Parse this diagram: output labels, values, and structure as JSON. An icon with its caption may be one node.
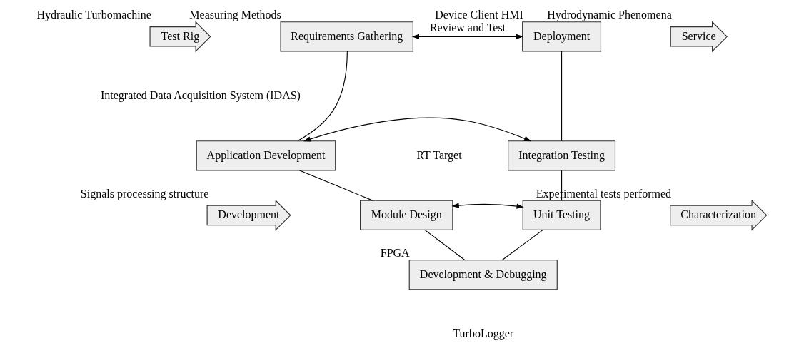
{
  "diagram": {
    "nodes": [
      {
        "text": [
          "Test Rig"
        ],
        "beside": [
          "Hydraulic Turbomachine"
        ]
      },
      {
        "text": [
          "Requirements Gathering"
        ],
        "beside": [
          "Measuring Methods"
        ]
      },
      {
        "text": [
          "Deployment"
        ],
        "beside": [
          "Device Client HMI"
        ]
      },
      {
        "text": [
          "Service"
        ],
        "beside": [
          "Hydrodynamic Phenomena"
        ]
      },
      {
        "text": [
          "Application Development"
        ]
      },
      {
        "text": [
          "Integration Testing"
        ]
      },
      {
        "text": [
          "Module Design"
        ]
      },
      {
        "text": [
          "Unit Testing"
        ]
      },
      {
        "text": [
          "Development & Debugging"
        ],
        "beside": [
          "FPGA"
        ]
      },
      {
        "text": [
          "Development"
        ],
        "beside": [
          "Signals processing structure"
        ]
      },
      {
        "text": [
          "Characterization"
        ],
        "beside": [
          "Experimental tests performed"
        ]
      }
    ],
    "edges": [
      {
        "from": 1,
        "to": 2,
        "arrow": "both",
        "label": "Review and Test"
      },
      {
        "from": 4,
        "to": 5,
        "arrow": "both"
      },
      {
        "from": 6,
        "to": 7,
        "arrow": "both"
      },
      {
        "from": 1,
        "to": 4,
        "arrow": "none"
      },
      {
        "from": 4,
        "to": 6,
        "arrow": "none"
      },
      {
        "from": 6,
        "to": 8,
        "arrow": "none"
      },
      {
        "from": 8,
        "to": 7,
        "arrow": "none"
      },
      {
        "from": 7,
        "to": 5,
        "arrow": "none"
      },
      {
        "from": 5,
        "to": 2,
        "arrow": "none"
      }
    ],
    "labels": [
      "Integrated Data Acquisition System (IDAS)",
      "RT Target",
      "TurboLogger"
    ]
  }
}
